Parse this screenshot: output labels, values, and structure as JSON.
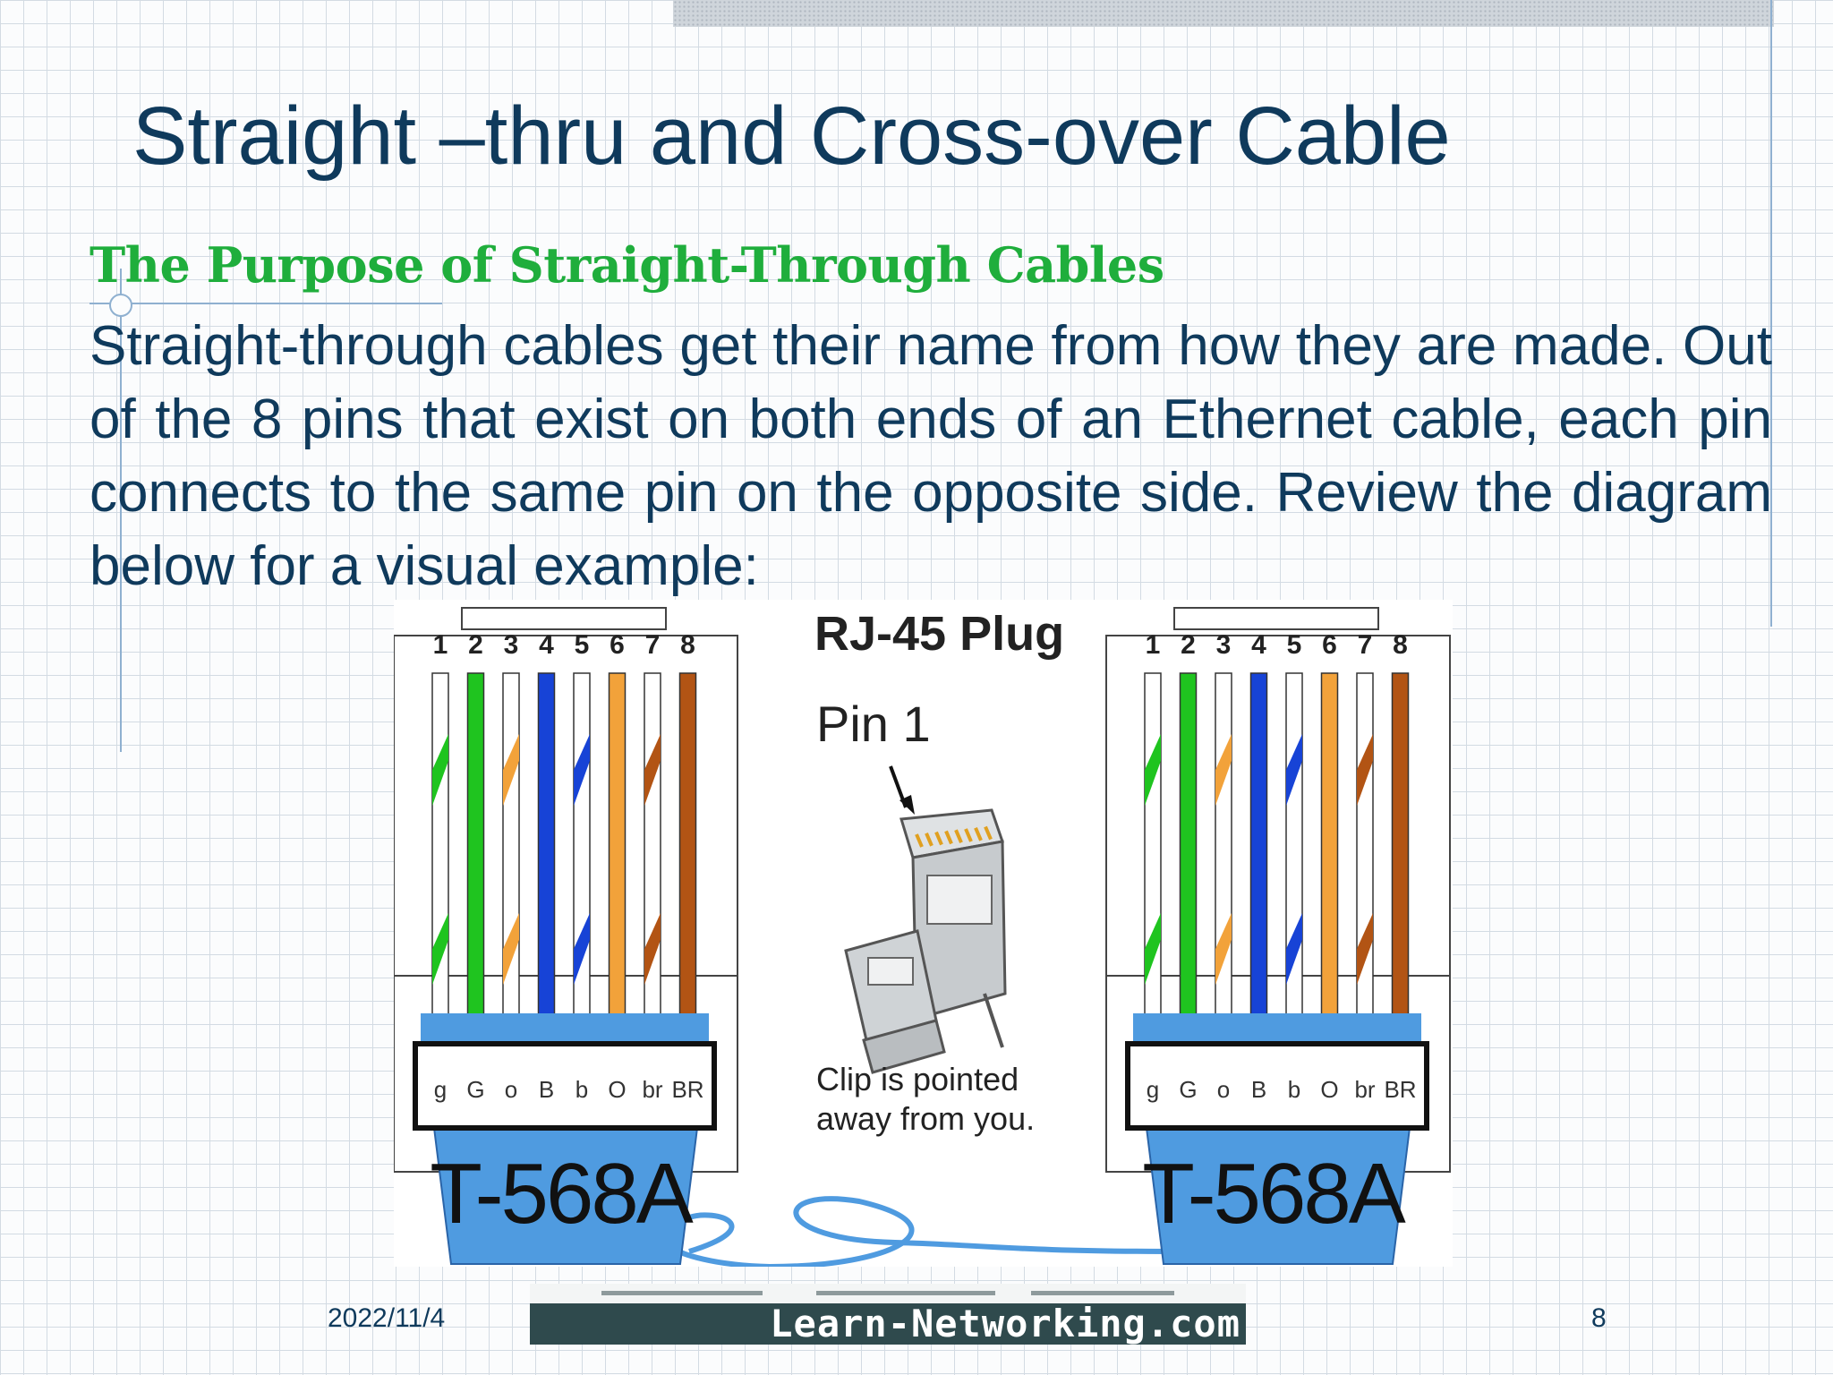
{
  "slide": {
    "title": "Straight –thru and Cross-over Cable",
    "subtitle": "The Purpose of Straight-Through Cables",
    "body": "Straight-through cables get their name from how they are made. Out of the 8 pins that exist on both ends of an Ethernet cable, each pin connects to the same pin on the opposite side. Review the diagram below for a visual example:",
    "date": "2022/11/4",
    "page_number": "8"
  },
  "diagram": {
    "pin_numbers": [
      "1",
      "2",
      "3",
      "4",
      "5",
      "6",
      "7",
      "8"
    ],
    "wire_codes": [
      "g",
      "G",
      "o",
      "B",
      "b",
      "O",
      "br",
      "BR"
    ],
    "wire_colors": [
      "#1fc41f",
      "#1fc41f",
      "#f2a23a",
      "#1743d6",
      "#1743d6",
      "#f2a23a",
      "#b25414",
      "#b25414"
    ],
    "wire_striped": [
      true,
      false,
      true,
      false,
      true,
      false,
      true,
      false
    ],
    "left_standard": "T-568A",
    "right_standard": "T-568A",
    "plug_title": "RJ-45 Plug",
    "pin1_label": "Pin 1",
    "clip_note_line1": "Clip is pointed",
    "clip_note_line2": "away from you.",
    "source_banner": "Learn-Networking.com",
    "colors": {
      "boot": "#4f9be0",
      "boot_outline": "#2a64a8",
      "cable": "#4f9be0"
    }
  }
}
